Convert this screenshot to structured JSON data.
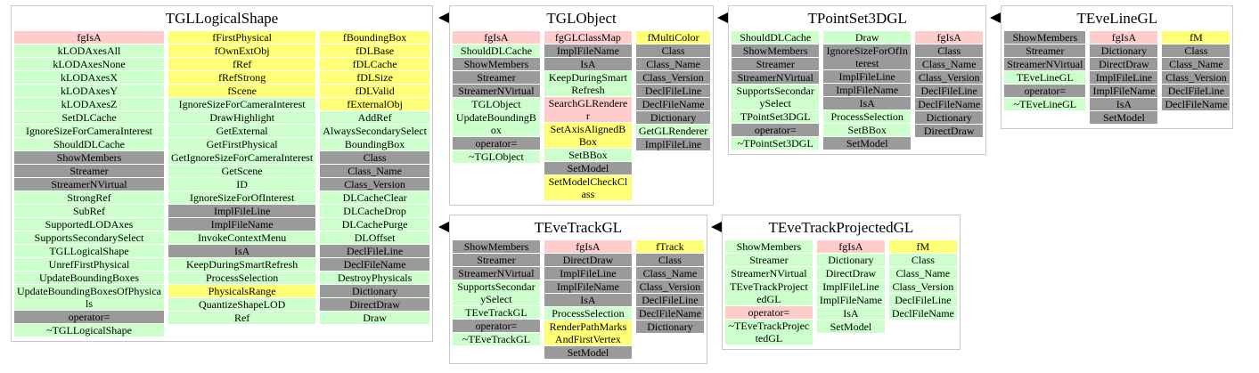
{
  "colors": {
    "private": "#ffcccc",
    "protected": "#ffff77",
    "public": "#ccffcc",
    "inherited": "#777777"
  },
  "classes": [
    {
      "title": "TGLLogicalShape",
      "columns": [
        [
          [
            "fgIsA",
            "private"
          ],
          [
            "kLODAxesAll",
            "public"
          ],
          [
            "kLODAxesNone",
            "public"
          ],
          [
            "kLODAxesX",
            "public"
          ],
          [
            "kLODAxesY",
            "public"
          ],
          [
            "kLODAxesZ",
            "public"
          ],
          [
            "SetDLCache",
            "public"
          ],
          [
            "IgnoreSizeForCameraInterest",
            "public"
          ],
          [
            "ShouldDLCache",
            "public"
          ],
          [
            "ShowMembers",
            "inherited"
          ],
          [
            "Streamer",
            "inherited"
          ],
          [
            "StreamerNVirtual",
            "inherited"
          ],
          [
            "StrongRef",
            "public"
          ],
          [
            "SubRef",
            "public"
          ],
          [
            "SupportedLODAxes",
            "public"
          ],
          [
            "SupportsSecondarySelect",
            "public"
          ],
          [
            "TGLLogicalShape",
            "public"
          ],
          [
            "UnrefFirstPhysical",
            "public"
          ],
          [
            "UpdateBoundingBoxes",
            "public"
          ],
          [
            "UpdateBoundingBoxesOfPhysicals",
            "public"
          ],
          [
            "operator=",
            "inherited"
          ],
          [
            "~TGLLogicalShape",
            "public"
          ]
        ],
        [
          [
            "fFirstPhysical",
            "protected"
          ],
          [
            "fOwnExtObj",
            "protected"
          ],
          [
            "fRef",
            "protected"
          ],
          [
            "fRefStrong",
            "protected"
          ],
          [
            "fScene",
            "protected"
          ],
          [
            "IgnoreSizeForCameraInterest",
            "public"
          ],
          [
            "DrawHighlight",
            "public"
          ],
          [
            "GetExternal",
            "public"
          ],
          [
            "GetFirstPhysical",
            "public"
          ],
          [
            "GetIgnoreSizeForCameraInterest",
            "public"
          ],
          [
            "GetScene",
            "public"
          ],
          [
            "ID",
            "public"
          ],
          [
            "IgnoreSizeForOfInterest",
            "public"
          ],
          [
            "ImplFileLine",
            "inherited"
          ],
          [
            "ImplFileName",
            "inherited"
          ],
          [
            "InvokeContextMenu",
            "public"
          ],
          [
            "IsA",
            "inherited"
          ],
          [
            "KeepDuringSmartRefresh",
            "public"
          ],
          [
            "ProcessSelection",
            "public"
          ],
          [
            "PhysicalsRange",
            "protected"
          ],
          [
            "QuantizeShapeLOD",
            "public"
          ],
          [
            "Ref",
            "public"
          ]
        ],
        [
          [
            "fBoundingBox",
            "protected"
          ],
          [
            "fDLBase",
            "protected"
          ],
          [
            "fDLCache",
            "protected"
          ],
          [
            "fDLSize",
            "protected"
          ],
          [
            "fDLValid",
            "protected"
          ],
          [
            "fExternalObj",
            "protected"
          ],
          [
            "AddRef",
            "public"
          ],
          [
            "AlwaysSecondarySelect",
            "public"
          ],
          [
            "BoundingBox",
            "public"
          ],
          [
            "Class",
            "inherited"
          ],
          [
            "Class_Name",
            "inherited"
          ],
          [
            "Class_Version",
            "inherited"
          ],
          [
            "DLCacheClear",
            "public"
          ],
          [
            "DLCacheDrop",
            "public"
          ],
          [
            "DLCachePurge",
            "public"
          ],
          [
            "DLOffset",
            "public"
          ],
          [
            "DeclFileLine",
            "inherited"
          ],
          [
            "DeclFileName",
            "inherited"
          ],
          [
            "DestroyPhysicals",
            "public"
          ],
          [
            "Dictionary",
            "inherited"
          ],
          [
            "DirectDraw",
            "inherited"
          ],
          [
            "Draw",
            "public"
          ]
        ]
      ]
    },
    {
      "title": "TGLObject",
      "columns": [
        [
          [
            "fgIsA",
            "private"
          ],
          [
            "ShouldDLCache",
            "public"
          ],
          [
            "ShowMembers",
            "inherited"
          ],
          [
            "Streamer",
            "inherited"
          ],
          [
            "StreamerNVirtual",
            "inherited"
          ],
          [
            "TGLObject",
            "public"
          ],
          [
            "UpdateBoundingBox",
            "public"
          ],
          [
            "operator=",
            "inherited"
          ],
          [
            "~TGLObject",
            "public"
          ]
        ],
        [
          [
            "fgGLClassMap",
            "private"
          ],
          [
            "ImplFileName",
            "inherited"
          ],
          [
            "IsA",
            "inherited"
          ],
          [
            "KeepDuringSmartRefresh",
            "public"
          ],
          [
            "SearchGLRenderer",
            "private"
          ],
          [
            "SetAxisAlignedBBox",
            "protected"
          ],
          [
            "SetBBox",
            "public"
          ],
          [
            "SetModel",
            "inherited"
          ],
          [
            "SetModelCheckClass",
            "protected"
          ]
        ],
        [
          [
            "fMultiColor",
            "protected"
          ],
          [
            "Class",
            "inherited"
          ],
          [
            "Class_Name",
            "inherited"
          ],
          [
            "Class_Version",
            "inherited"
          ],
          [
            "DeclFileLine",
            "inherited"
          ],
          [
            "DeclFileName",
            "inherited"
          ],
          [
            "Dictionary",
            "inherited"
          ],
          [
            "GetGLRenderer",
            "public"
          ],
          [
            "ImplFileLine",
            "inherited"
          ]
        ]
      ]
    },
    {
      "title": "TPointSet3DGL",
      "columns": [
        [
          [
            "ShouldDLCache",
            "public"
          ],
          [
            "ShowMembers",
            "inherited"
          ],
          [
            "Streamer",
            "inherited"
          ],
          [
            "StreamerNVirtual",
            "inherited"
          ],
          [
            "SupportsSecondarySelect",
            "public"
          ],
          [
            "TPointSet3DGL",
            "public"
          ],
          [
            "operator=",
            "inherited"
          ],
          [
            "~TPointSet3DGL",
            "public"
          ]
        ],
        [
          [
            "Draw",
            "public"
          ],
          [
            "IgnoreSizeForOfInterest",
            "inherited"
          ],
          [
            "ImplFileLine",
            "inherited"
          ],
          [
            "ImplFileName",
            "inherited"
          ],
          [
            "IsA",
            "inherited"
          ],
          [
            "ProcessSelection",
            "public"
          ],
          [
            "SetBBox",
            "public"
          ],
          [
            "SetModel",
            "inherited"
          ]
        ],
        [
          [
            "fgIsA",
            "private"
          ],
          [
            "Class",
            "inherited"
          ],
          [
            "Class_Name",
            "inherited"
          ],
          [
            "Class_Version",
            "inherited"
          ],
          [
            "DeclFileLine",
            "inherited"
          ],
          [
            "DeclFileName",
            "inherited"
          ],
          [
            "Dictionary",
            "inherited"
          ],
          [
            "DirectDraw",
            "inherited"
          ]
        ]
      ]
    },
    {
      "title": "TEveLineGL",
      "columns": [
        [
          [
            "ShowMembers",
            "inherited"
          ],
          [
            "Streamer",
            "inherited"
          ],
          [
            "StreamerNVirtual",
            "inherited"
          ],
          [
            "TEveLineGL",
            "public"
          ],
          [
            "operator=",
            "inherited"
          ],
          [
            "~TEveLineGL",
            "public"
          ]
        ],
        [
          [
            "fgIsA",
            "private"
          ],
          [
            "Dictionary",
            "inherited"
          ],
          [
            "DirectDraw",
            "inherited"
          ],
          [
            "ImplFileLine",
            "inherited"
          ],
          [
            "ImplFileName",
            "inherited"
          ],
          [
            "IsA",
            "inherited"
          ],
          [
            "SetModel",
            "inherited"
          ]
        ],
        [
          [
            "fM",
            "protected"
          ],
          [
            "Class",
            "inherited"
          ],
          [
            "Class_Name",
            "inherited"
          ],
          [
            "Class_Version",
            "inherited"
          ],
          [
            "DeclFileLine",
            "inherited"
          ],
          [
            "DeclFileName",
            "inherited"
          ]
        ]
      ]
    },
    {
      "title": "TEveTrackGL",
      "columns": [
        [
          [
            "ShowMembers",
            "inherited"
          ],
          [
            "Streamer",
            "inherited"
          ],
          [
            "StreamerNVirtual",
            "inherited"
          ],
          [
            "SupportsSecondarySelect",
            "public"
          ],
          [
            "TEveTrackGL",
            "public"
          ],
          [
            "operator=",
            "inherited"
          ],
          [
            "~TEveTrackGL",
            "public"
          ]
        ],
        [
          [
            "fgIsA",
            "private"
          ],
          [
            "DirectDraw",
            "inherited"
          ],
          [
            "ImplFileLine",
            "inherited"
          ],
          [
            "ImplFileName",
            "inherited"
          ],
          [
            "IsA",
            "inherited"
          ],
          [
            "ProcessSelection",
            "public"
          ],
          [
            "RenderPathMarksAndFirstVertex",
            "protected"
          ],
          [
            "SetModel",
            "inherited"
          ]
        ],
        [
          [
            "fTrack",
            "protected"
          ],
          [
            "Class",
            "inherited"
          ],
          [
            "Class_Name",
            "inherited"
          ],
          [
            "Class_Version",
            "inherited"
          ],
          [
            "DeclFileLine",
            "inherited"
          ],
          [
            "DeclFileName",
            "inherited"
          ],
          [
            "Dictionary",
            "inherited"
          ]
        ]
      ]
    },
    {
      "title": "TEveTrackProjectedGL",
      "columns": [
        [
          [
            "ShowMembers",
            "public"
          ],
          [
            "Streamer",
            "public"
          ],
          [
            "StreamerNVirtual",
            "public"
          ],
          [
            "TEveTrackProjectedGL",
            "public"
          ],
          [
            "operator=",
            "private"
          ],
          [
            "~TEveTrackProjectedGL",
            "public"
          ]
        ],
        [
          [
            "fgIsA",
            "private"
          ],
          [
            "Dictionary",
            "public"
          ],
          [
            "DirectDraw",
            "public"
          ],
          [
            "ImplFileLine",
            "public"
          ],
          [
            "ImplFileName",
            "public"
          ],
          [
            "IsA",
            "public"
          ],
          [
            "SetModel",
            "public"
          ]
        ],
        [
          [
            "fM",
            "protected"
          ],
          [
            "Class",
            "public"
          ],
          [
            "Class_Name",
            "public"
          ],
          [
            "Class_Version",
            "public"
          ],
          [
            "DeclFileLine",
            "public"
          ],
          [
            "DeclFileName",
            "public"
          ]
        ]
      ]
    }
  ]
}
